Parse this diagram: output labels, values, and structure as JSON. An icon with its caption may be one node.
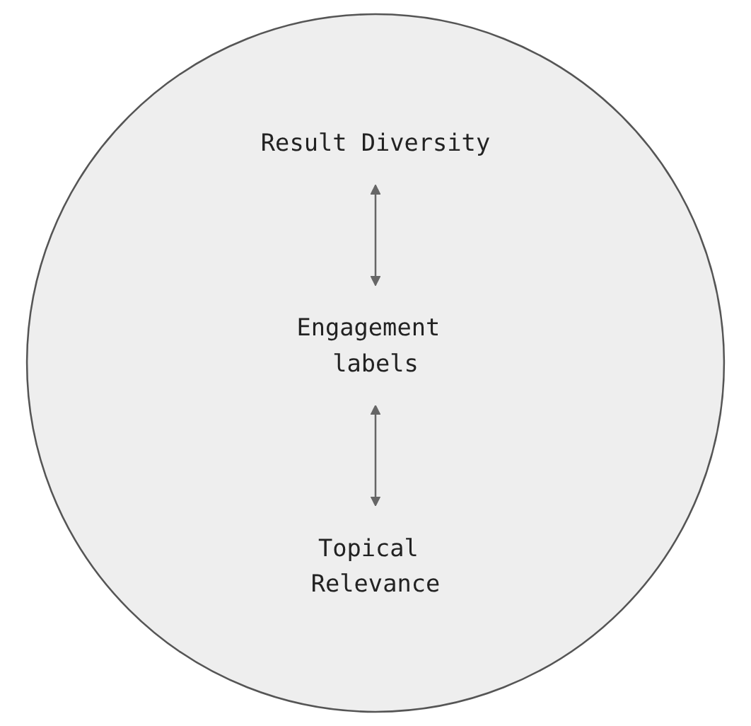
{
  "diagram": {
    "nodes": [
      {
        "text": [],
        "shape": "circle"
      },
      {
        "text": [
          "Result Diversity"
        ],
        "in": 0
      },
      {
        "text": [
          "Engagement labels"
        ],
        "in": 0
      },
      {
        "text": [
          "Topical Relevance"
        ],
        "in": 0
      }
    ],
    "edges": [
      {
        "from": 1,
        "to": 2,
        "arrow": "both"
      },
      {
        "from": 2,
        "to": 3,
        "arrow": "both"
      }
    ]
  }
}
